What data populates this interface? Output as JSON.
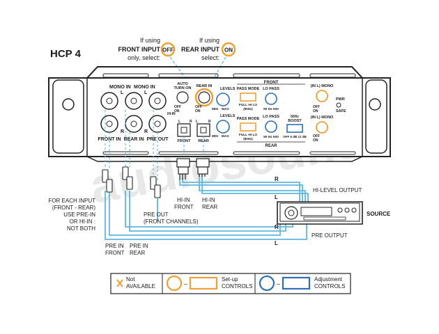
{
  "title": "HCP 4",
  "watermark": "audiosound",
  "callouts": {
    "front_if": "If using",
    "front_name": "FRONT INPUT",
    "front_state": "OFF",
    "front_tail": "only, select:",
    "rear_if": "If using",
    "rear_name": "REAR INPUT",
    "rear_state": "ON",
    "rear_tail": "select:"
  },
  "panel": {
    "mono_in_1": "MONO IN",
    "mono_in_2": "MONO IN",
    "l1": "L",
    "l2": "L",
    "r1": "R",
    "r2": "R",
    "front_in": "FRONT IN",
    "rear_in": "REAR IN",
    "pre_out": "PRE OUT",
    "auto_turn_on_1": "AUTO",
    "auto_turn_on_2": "TURN ON",
    "rear_in_sw": "REAR IN",
    "off": "OFF",
    "on": "ON",
    "off2": "OFF",
    "on2": "ON",
    "hi_in": "HI-IN",
    "hi_l1": "L",
    "hi_r1": "R",
    "hi_l2": "L",
    "hi_r2": "R",
    "front_conn": "FRONT",
    "rear_conn": "REAR",
    "levels_1": "LEVELS",
    "levels_2": "LEVELS",
    "min1": "MIN",
    "max1": "MAX",
    "min2": "MIN",
    "max2": "MAX",
    "pass_mode_1": "PASS MODE",
    "pass_mode_2": "PASS MODE",
    "full_hi_lo_1": "FULL  HI   LO",
    "full_hi_lo_2": "FULL  HI   LO",
    "hz80_1": "(80Hz)",
    "hz80_2": "(80Hz)",
    "front_section": "FRONT",
    "rear_section": "REAR",
    "lo_pass_1": "LO PASS",
    "lo_pass_2": "LO PASS",
    "hz_scale_1": "50  Hz  500",
    "hz_scale_2": "50  Hz  500",
    "boost_hz": "50Hz",
    "boost": "BOOST",
    "boost_scale": "OFF 6 dB 12 dB",
    "in_l_mono_1": "(IN L) MONO",
    "in_l_mono_2": "(IN L) MONO",
    "mono_off_1": "OFF",
    "mono_on_1": "ON",
    "mono_off_2": "OFF",
    "mono_on_2": "ON",
    "pwr": "PWR",
    "safe": "SAFE"
  },
  "wiring": {
    "r_top": "R",
    "l_top": "L",
    "hi_level_output": "HI-LEVEL OUTPUT",
    "source": "SOURCE",
    "r_bottom": "R",
    "l_bottom": "L",
    "pre_output": "PRE OUTPUT",
    "hi_in_front_1": "HI-IN",
    "hi_in_front_2": "FRONT",
    "hi_in_rear_1": "HI-IN",
    "hi_in_rear_2": "REAR",
    "pre_out_1": "PRE OUT",
    "pre_out_2": "(FRONT CHANNELS)",
    "note": [
      "FOR EACH INPUT",
      "(FRONT - REAR)",
      "USE PRE-IN",
      "OR  HI-IN :",
      "NOT BOTH"
    ],
    "pre_in_front_1": "PRE IN",
    "pre_in_front_2": "FRONT",
    "pre_in_rear_1": "PRE IN",
    "pre_in_rear_2": "REAR"
  },
  "legend": {
    "not_1": "Not",
    "not_2": "AVAILABLE",
    "setup_1": "Set-up",
    "setup_2": "CONTROLS",
    "adjust_1": "Adjustment",
    "adjust_2": "CONTROLS",
    "dash1": "–",
    "dash2": "–"
  },
  "colors": {
    "setup": "#f0a030",
    "adjust": "#2a6fb8",
    "cable": "#5fb8dd",
    "panel_outline": "#222222"
  }
}
